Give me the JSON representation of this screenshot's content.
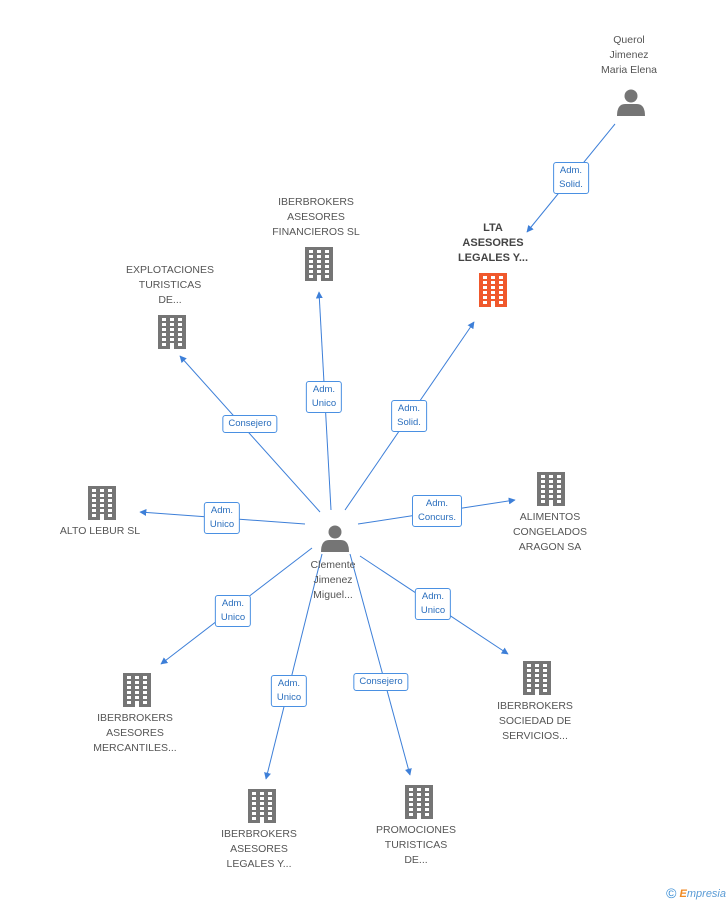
{
  "colors": {
    "edge": "#3d7fd8",
    "icon": "#757575",
    "highlight": "#f0582c",
    "edge_label_border": "#4a90e2"
  },
  "nodes": [
    {
      "id": "center",
      "label": "Clemente\nJimenez\nMiguel...",
      "kind": "person"
    },
    {
      "id": "querol",
      "label": "Querol\nJimenez\nMaria Elena",
      "kind": "person"
    },
    {
      "id": "lta",
      "label": "LTA\nASESORES\nLEGALES Y...",
      "kind": "company-main"
    },
    {
      "id": "iber_fin",
      "label": "IBERBROKERS\nASESORES\nFINANCIEROS SL",
      "kind": "company"
    },
    {
      "id": "explot",
      "label": "EXPLOTACIONES\nTURISTICAS\nDE...",
      "kind": "company"
    },
    {
      "id": "alto",
      "label": "ALTO LEBUR SL",
      "kind": "company"
    },
    {
      "id": "alimentos",
      "label": "ALIMENTOS\nCONGELADOS\nARAGON SA",
      "kind": "company"
    },
    {
      "id": "iber_merc",
      "label": "IBERBROKERS\nASESORES\nMERCANTILES...",
      "kind": "company"
    },
    {
      "id": "iber_leg",
      "label": "IBERBROKERS\nASESORES\nLEGALES Y...",
      "kind": "company"
    },
    {
      "id": "promo",
      "label": "PROMOCIONES\nTURISTICAS\nDE...",
      "kind": "company"
    },
    {
      "id": "iber_serv",
      "label": "IBERBROKERS\nSOCIEDAD DE\nSERVICIOS...",
      "kind": "company"
    }
  ],
  "edges": [
    {
      "from": "querol",
      "to": "lta",
      "label": "Adm.\nSolid."
    },
    {
      "from": "center",
      "to": "lta",
      "label": "Adm.\nSolid."
    },
    {
      "from": "center",
      "to": "iber_fin",
      "label": "Adm.\nUnico"
    },
    {
      "from": "center",
      "to": "explot",
      "label": "Consejero"
    },
    {
      "from": "center",
      "to": "alto",
      "label": "Adm.\nUnico"
    },
    {
      "from": "center",
      "to": "alimentos",
      "label": "Adm.\nConcurs."
    },
    {
      "from": "center",
      "to": "iber_merc",
      "label": "Adm.\nUnico"
    },
    {
      "from": "center",
      "to": "iber_leg",
      "label": "Adm.\nUnico"
    },
    {
      "from": "center",
      "to": "promo",
      "label": "Consejero"
    },
    {
      "from": "center",
      "to": "iber_serv",
      "label": "Adm.\nUnico"
    }
  ],
  "footer": {
    "copyright": "©",
    "brand_initial": "E",
    "brand_rest": "mpresia"
  }
}
